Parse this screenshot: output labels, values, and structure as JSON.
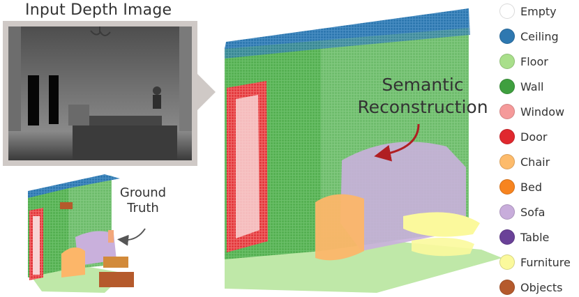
{
  "labels": {
    "input_title": "Input Depth Image",
    "semantic_line1": "Semantic",
    "semantic_line2": "Reconstruction",
    "gt_line1": "Ground",
    "gt_line2": "Truth"
  },
  "legend": [
    {
      "label": "Empty",
      "color": "#ffffff"
    },
    {
      "label": "Ceiling",
      "color": "#2e78b0"
    },
    {
      "label": "Floor",
      "color": "#a9df8b"
    },
    {
      "label": "Wall",
      "color": "#3f9f3f"
    },
    {
      "label": "Window",
      "color": "#f59a9a"
    },
    {
      "label": "Door",
      "color": "#e0282e"
    },
    {
      "label": "Chair",
      "color": "#fdbb6b"
    },
    {
      "label": "Bed",
      "color": "#f7841f"
    },
    {
      "label": "Sofa",
      "color": "#c8addb"
    },
    {
      "label": "Table",
      "color": "#6a4198"
    },
    {
      "label": "Furniture",
      "color": "#fbf99c"
    },
    {
      "label": "Objects",
      "color": "#b55a2c"
    }
  ]
}
